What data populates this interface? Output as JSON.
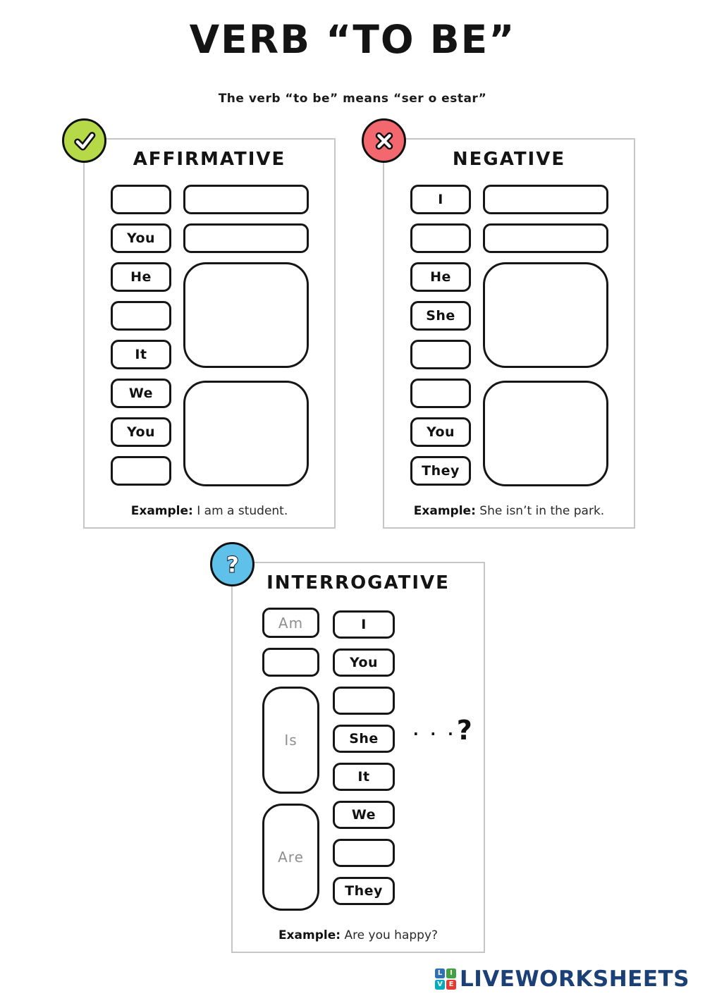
{
  "page": {
    "title": "VERB “TO BE”",
    "subtitle": "The verb “to be” means “ser o estar”"
  },
  "panels": {
    "affirmative": {
      "title": "AFFIRMATIVE",
      "badge_color": "#b6d948",
      "pronouns": [
        "",
        "You",
        "He",
        "",
        "It",
        "We",
        "You",
        ""
      ],
      "verb_answers": [
        "",
        "",
        "",
        ""
      ],
      "example_label": "Example:",
      "example_text": "I am a student."
    },
    "negative": {
      "title": "NEGATIVE",
      "badge_color": "#f3686e",
      "pronouns": [
        "I",
        "",
        "He",
        "She",
        "",
        "",
        "You",
        "They"
      ],
      "verb_answers": [
        "",
        "",
        "",
        ""
      ],
      "example_label": "Example:",
      "example_text": "She isn’t in the park."
    },
    "interrogative": {
      "title": "INTERROGATIVE",
      "badge_color": "#5fc1e9",
      "badge_glyph": "?",
      "verbs": [
        "Am",
        "",
        "Is",
        "Are"
      ],
      "pronouns": [
        "I",
        "You",
        "",
        "She",
        "It",
        "We",
        "",
        "They"
      ],
      "prompt_dots": ". . .",
      "prompt_mark": "?",
      "example_label": "Example:",
      "example_text": "Are you happy?"
    }
  },
  "footer": {
    "logo_text": "LIVEWORKSHEETS",
    "logo_letters": [
      "L",
      "I",
      "V",
      "E"
    ],
    "logo_colors": [
      "#2f6fb7",
      "#43a047",
      "#00acc1",
      "#e53935"
    ],
    "text_color": "#1b3f77"
  }
}
